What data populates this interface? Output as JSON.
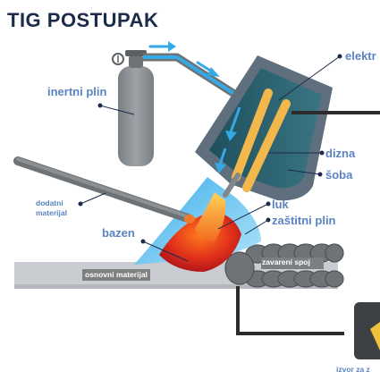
{
  "title": "TIG POSTUPAK",
  "labels": {
    "inert_gas": "inertni plin",
    "electrode": "elektr",
    "nozzle": "dizna",
    "shield_cup": "šoba",
    "filler_line1": "dodatni",
    "filler_line2": "materijal",
    "arc": "luk",
    "shielding_gas": "zaštitni plin",
    "pool": "bazen",
    "base_material": "osnovni materijal",
    "weld_joint": "zavareni spoj",
    "power_source": "izvor za z"
  },
  "colors": {
    "title": "#1c2b4a",
    "label": "#5b83c1",
    "torch_body": "#5f6f7d",
    "torch_inner": "#2c5f6b",
    "electrode": "#f3b84b",
    "gas": "#35a9e6",
    "pool": "#d9261c",
    "arc": "#f08a1f",
    "cylinder": "#8a8f94",
    "base_plate": "#c5c8cc",
    "weld_bead": "#6e7378"
  }
}
